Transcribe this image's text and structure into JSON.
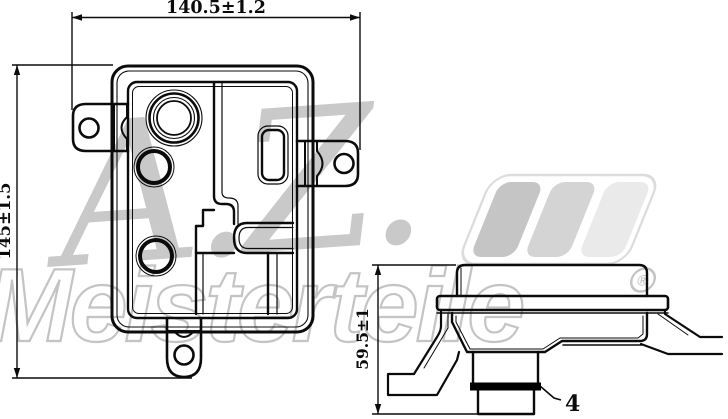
{
  "drawing": {
    "type": "technical-drawing",
    "part": "filter housing two-view drawing",
    "dimensions": {
      "top_width": "140.5±1.2",
      "left_height": "145±1.5",
      "side_height": "59.5±1"
    },
    "callouts": {
      "seal_band_label": "4"
    }
  },
  "watermark": {
    "script_text": "A.Z.",
    "brand_text": "Meisterteile",
    "registered_mark": "®",
    "stripe_logo": "three-stripes-icon"
  },
  "colors": {
    "background": "#ffffff",
    "line": "#0b0b0b",
    "seal_band": "#000000",
    "watermark_gray": "#c7c7c7",
    "stripe_dark": "#c5c5c5",
    "stripe_mid": "#d4d4d4",
    "stripe_light": "#eaeaea",
    "stripe_outline": "#dcdcdc"
  }
}
